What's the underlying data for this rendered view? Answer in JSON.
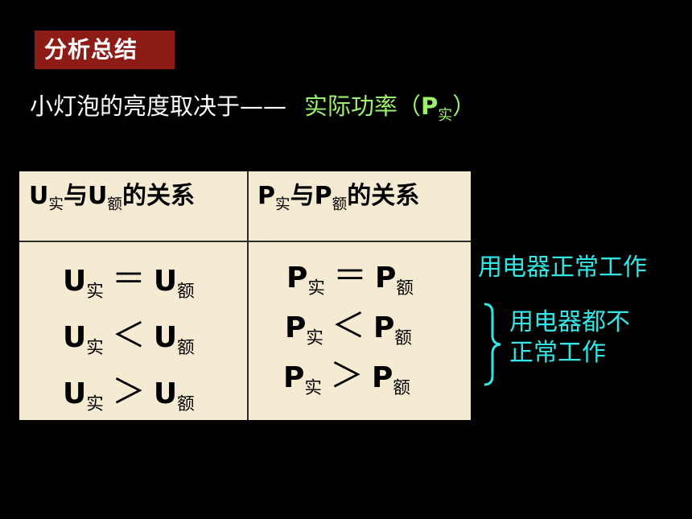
{
  "badge": "分析总结",
  "intro": {
    "question": "小灯泡的亮度取决于——",
    "answer_main": "实际功率（",
    "answer_p": "P",
    "answer_sub": "实",
    "answer_close": "）"
  },
  "table": {
    "headers": [
      {
        "a": "U",
        "a_sub": "实",
        "mid": "与",
        "b": "U",
        "b_sub": "额",
        "tail": "的关系"
      },
      {
        "a": "P",
        "a_sub": "实",
        "mid": "与",
        "b": "P",
        "b_sub": "额",
        "tail": "的关系"
      }
    ],
    "u_rows": [
      {
        "a": "U",
        "a_sub": "实",
        "op": "＝",
        "b": "U",
        "b_sub": "额"
      },
      {
        "a": "U",
        "a_sub": "实",
        "op": "＜",
        "b": "U",
        "b_sub": "额"
      },
      {
        "a": "U",
        "a_sub": "实",
        "op": "＞",
        "b": "U",
        "b_sub": "额"
      }
    ],
    "p_rows": [
      {
        "a": "P",
        "a_sub": "实",
        "op": "＝",
        "b": "P",
        "b_sub": "额"
      },
      {
        "a": "P",
        "a_sub": "实",
        "op": "＜",
        "b": "P",
        "b_sub": "额"
      },
      {
        "a": "P",
        "a_sub": "实",
        "op": "＞",
        "b": "P",
        "b_sub": "额"
      }
    ]
  },
  "notes": {
    "normal": "用电器正常工作",
    "abnormal_line1": "用电器都不",
    "abnormal_line2": "正常工作"
  }
}
